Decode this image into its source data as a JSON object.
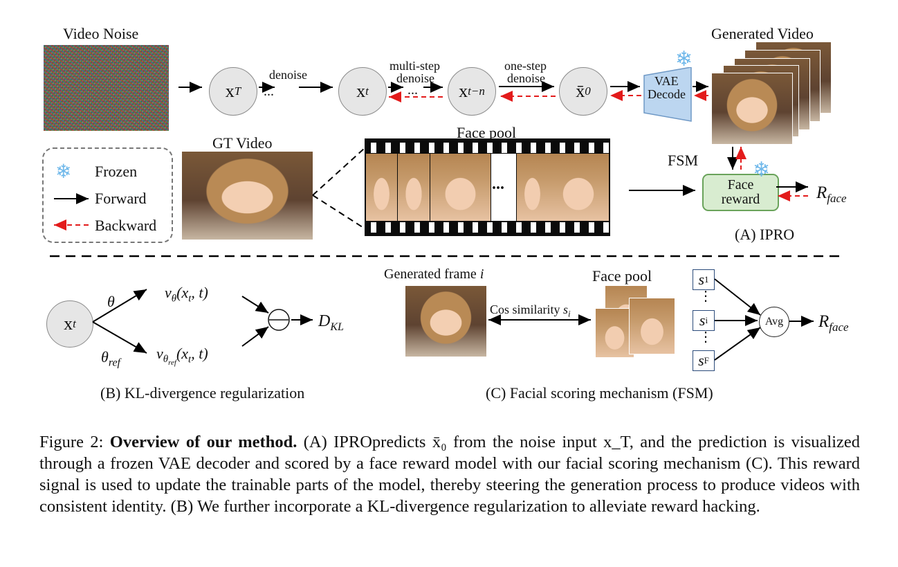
{
  "top": {
    "video_noise_label": "Video Noise",
    "generated_video_label": "Generated Video",
    "gt_video_label": "GT Video",
    "face_pool_label": "Face pool",
    "fsm_label": "FSM",
    "ipro_label": "(A) IPRO",
    "denoise_label": "denoise",
    "multi_step_label_1": "multi-step",
    "multi_step_label_2": "denoise",
    "one_step_label_1": "one-step",
    "one_step_label_2": "denoise",
    "dots": "...",
    "vae_line1": "VAE",
    "vae_line2": "Decode",
    "face_reward_line1": "Face",
    "face_reward_line2": "reward",
    "r_face": "R",
    "r_face_sub": "face",
    "nodes": {
      "xT": "x",
      "xT_sub": "T",
      "xt": "x",
      "xt_sub": "t",
      "xtn": "x",
      "xtn_sub": "t−n",
      "x0": "x̄",
      "x0_sub": "0"
    }
  },
  "legend": {
    "frozen": "Frozen",
    "forward": "Forward",
    "backward": "Backward"
  },
  "kl": {
    "node": "x",
    "node_sub": "t",
    "theta": "θ",
    "theta_ref": "θ",
    "theta_ref_sub": "ref",
    "v_theta": "v",
    "v_theta_sub": "θ",
    "v_theta_args": "(x",
    "v_theta_args_sub": "t",
    "v_theta_args_end": ", t)",
    "v_ref": "v",
    "v_ref_sub": "θ",
    "v_ref_subsub": "ref",
    "v_ref_args": "(x",
    "v_ref_args_sub": "t",
    "v_ref_args_end": ", t)",
    "d_kl": "D",
    "d_kl_sub": "KL",
    "title": "(B) KL-divergence regularization"
  },
  "fsm": {
    "generated_frame_label": "Generated frame ",
    "generated_frame_i": "i",
    "cos_label": "Cos similarity ",
    "cos_s": "s",
    "cos_sub": "i",
    "face_pool_label": "Face pool",
    "s1": "s",
    "s1_sub": "1",
    "si": "s",
    "si_sub": "i",
    "sF": "s",
    "sF_sub": "F",
    "vdots": "⋮",
    "avg": "Avg",
    "r_face": "R",
    "r_face_sub": "face",
    "title": "(C) Facial scoring mechanism (FSM)"
  },
  "caption": {
    "prefix": "Figure 2: ",
    "bold": "Overview of our method.",
    "text": " (A) IPROpredicts x̄₀ from the noise input x_T, and the prediction is visualized through a frozen VAE decoder and scored by a face reward model with our facial scoring mechanism (C). This reward signal is used to update the trainable parts of the model, thereby steering the generation process to produce videos with consistent identity. (B) We further incorporate a KL-divergence regularization to alleviate reward hacking."
  },
  "colors": {
    "forward": "#000000",
    "backward": "#e31b1b",
    "frozen_icon": "#6fb8ea",
    "reward_box": "#d8ecd0"
  }
}
